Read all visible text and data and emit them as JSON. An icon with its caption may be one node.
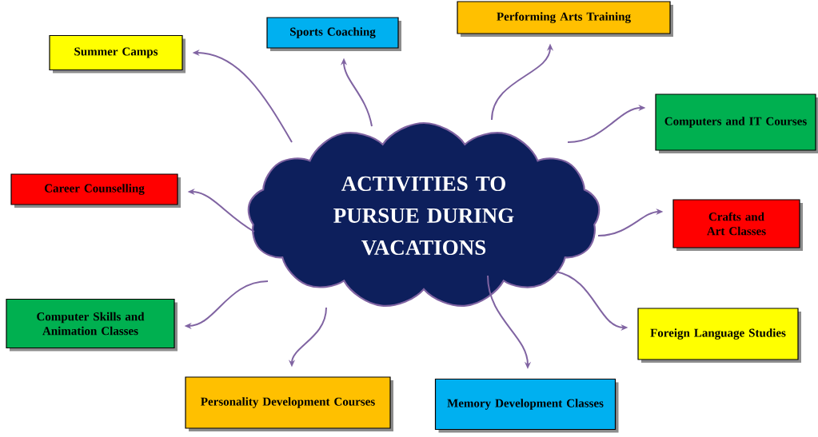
{
  "diagram": {
    "nodes": [
      {
        "text": [
          "ACTIVITIES TO PURSUE DURING VACATIONS"
        ]
      },
      {
        "text": [
          "Summer Camps"
        ]
      },
      {
        "text": [
          "Sports Coaching"
        ]
      },
      {
        "text": [
          "Performing Arts Training"
        ]
      },
      {
        "text": [
          "Computers and IT Courses"
        ]
      },
      {
        "text": [
          "Career Counselling"
        ]
      },
      {
        "text": [
          "Crafts and Art Classes"
        ]
      },
      {
        "text": [
          "Computer Skills and Animation Classes"
        ]
      },
      {
        "text": [
          "Foreign Language Studies"
        ]
      },
      {
        "text": [
          "Personality Development Courses"
        ]
      },
      {
        "text": [
          "Memory Development Classes"
        ]
      }
    ],
    "edges": [
      {
        "from": 0,
        "to": 1,
        "arrow": "to"
      },
      {
        "from": 0,
        "to": 2,
        "arrow": "to"
      },
      {
        "from": 0,
        "to": 3,
        "arrow": "to"
      },
      {
        "from": 0,
        "to": 4,
        "arrow": "to"
      },
      {
        "from": 0,
        "to": 5,
        "arrow": "to"
      },
      {
        "from": 0,
        "to": 6,
        "arrow": "to"
      },
      {
        "from": 0,
        "to": 7,
        "arrow": "to"
      },
      {
        "from": 0,
        "to": 8,
        "arrow": "to"
      },
      {
        "from": 0,
        "to": 9,
        "arrow": "to"
      },
      {
        "from": 0,
        "to": 10,
        "arrow": "to"
      }
    ]
  }
}
